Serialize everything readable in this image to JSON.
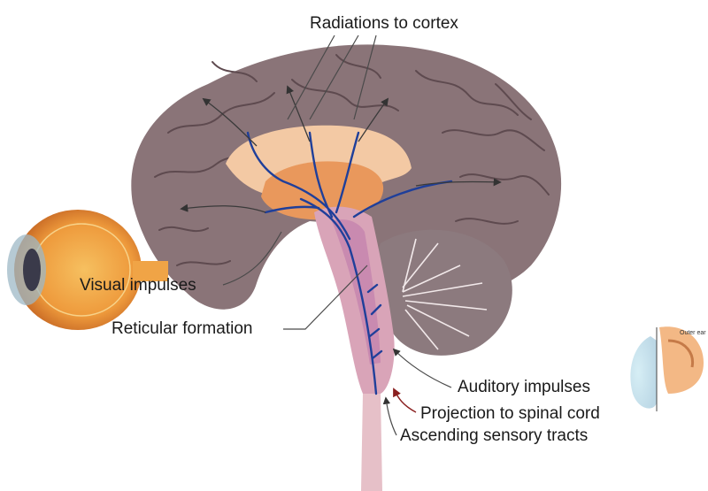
{
  "labels": {
    "radiations": "Radiations to cortex",
    "visual": "Visual impulses",
    "reticular": "Reticular formation",
    "auditory": "Auditory impulses",
    "projection": "Projection to spinal cord",
    "ascending": "Ascending sensory tracts"
  },
  "ear_inset": {
    "caption": "Outer ear"
  },
  "colors": {
    "cortex": "#8a7478",
    "cortex_fold": "#5e4a4f",
    "limbic": "#f3c9a4",
    "thalamus": "#e9985c",
    "brainstem": "#d9a4b8",
    "reticular_core": "#c98ab0",
    "tract_blue": "#1f3f9a",
    "cerebellum": "#8c7a7e",
    "eye_orange": "#f0a446",
    "ear_skin": "#f3b885"
  }
}
